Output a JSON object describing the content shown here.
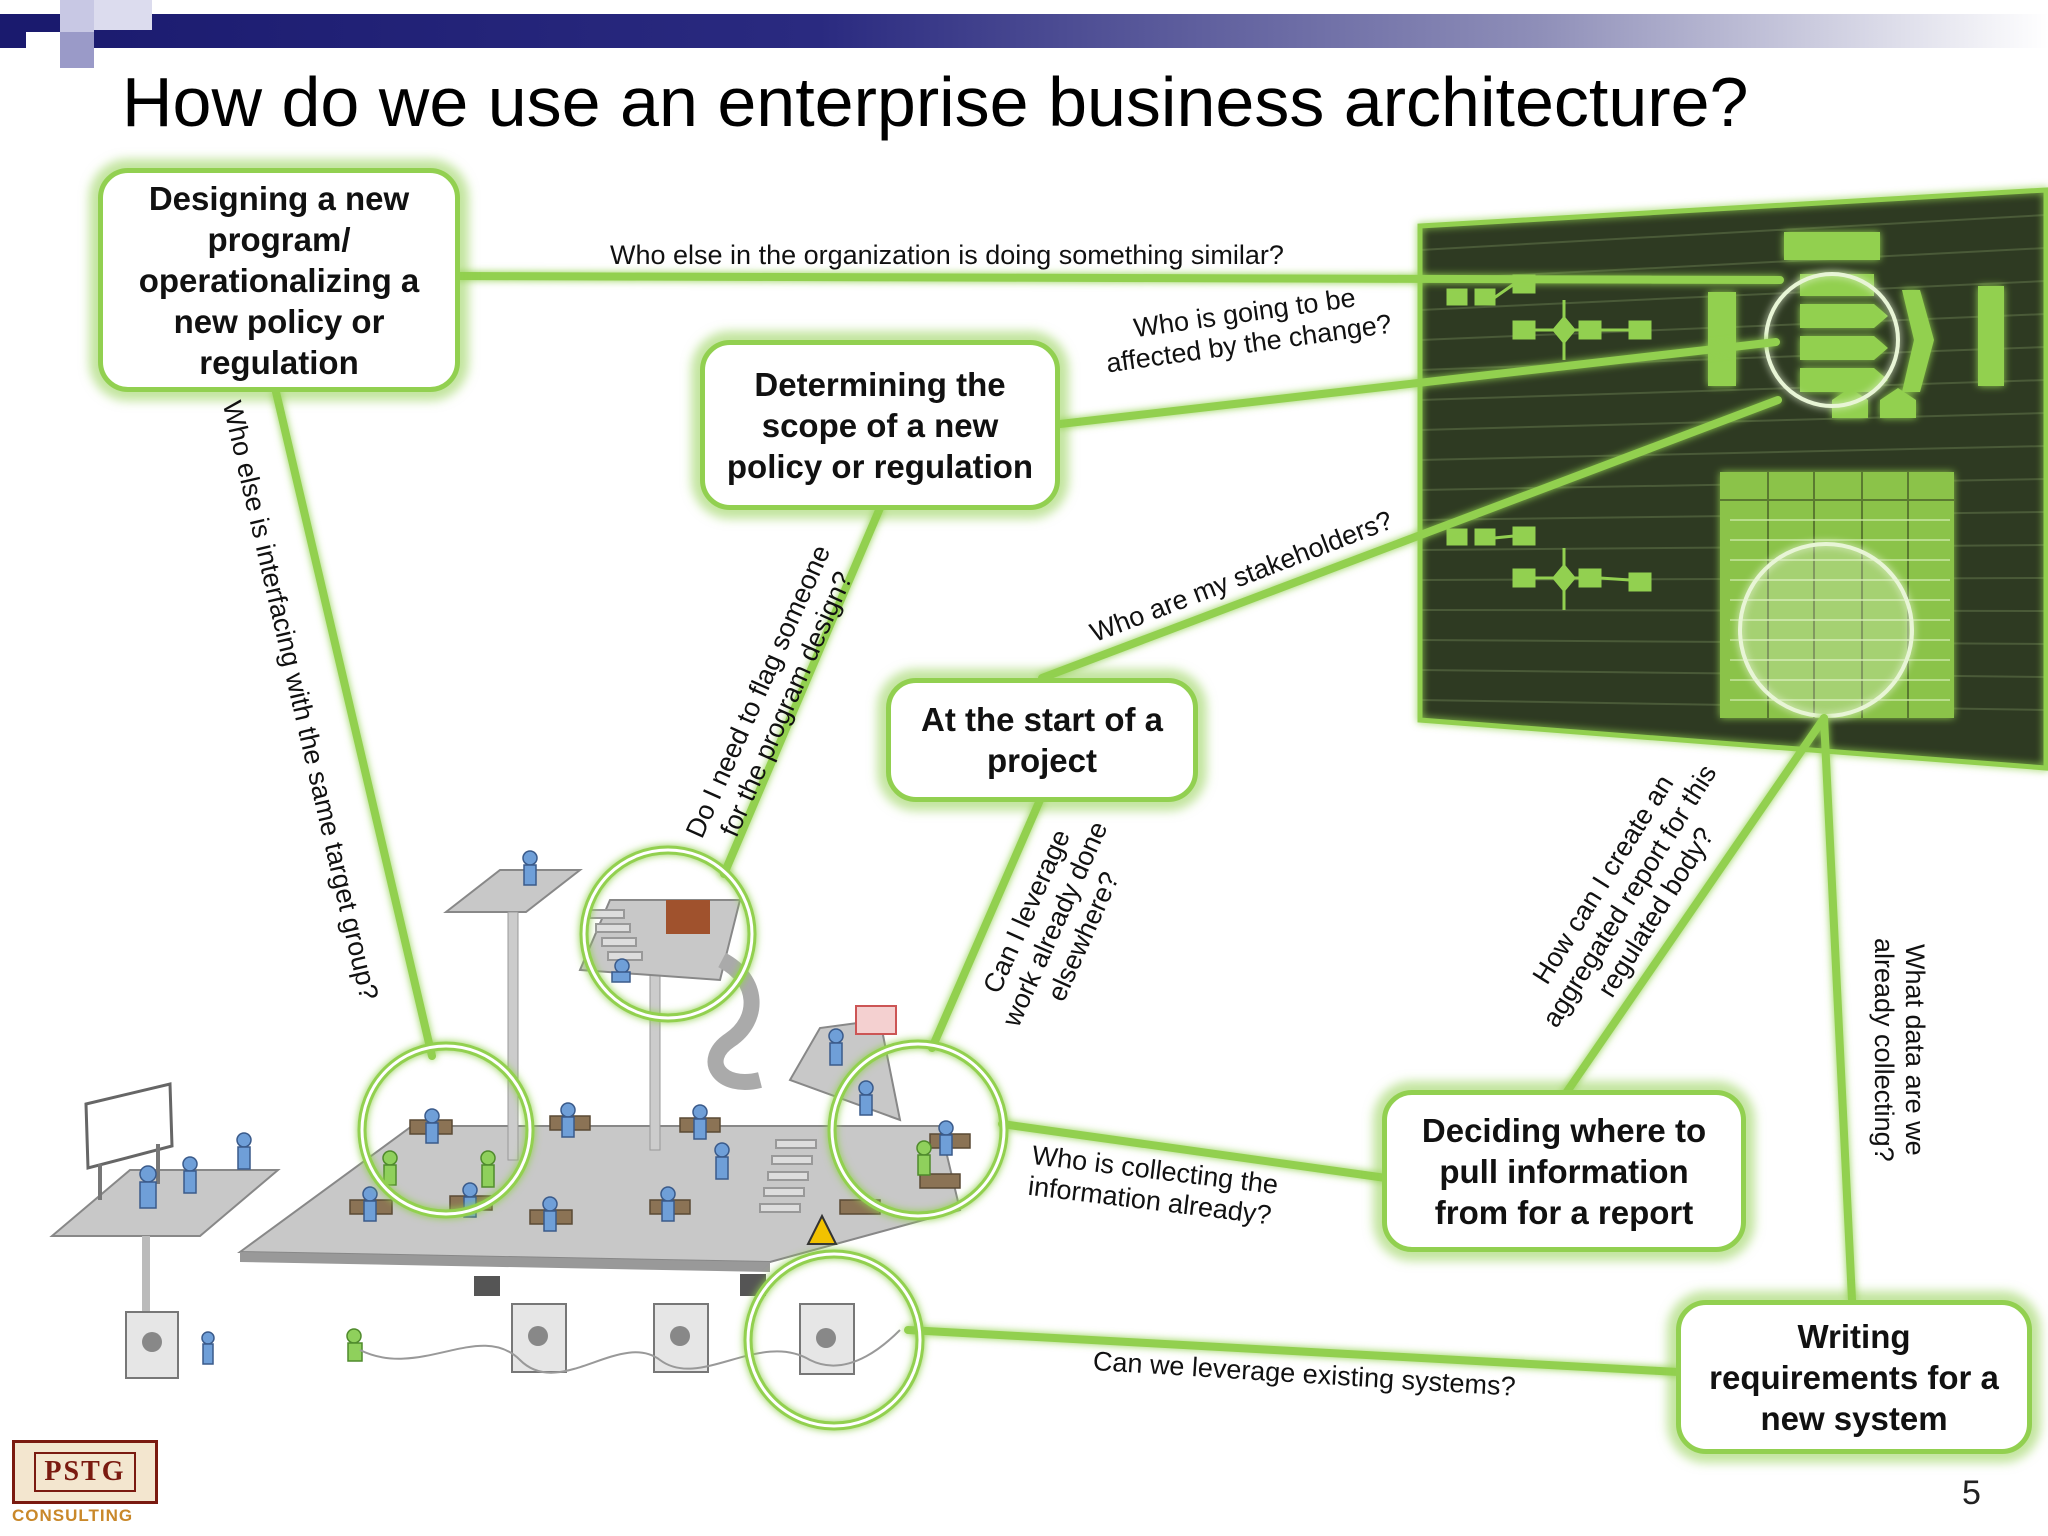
{
  "slide": {
    "title": "How do we use an enterprise business architecture?",
    "page_number": "5",
    "logo_text": "PSTG",
    "logo_subtext": "CONSULTING"
  },
  "boxes": {
    "designing": "Designing a new program/ operationalizing a new policy or regulation",
    "scope": "Determining the scope of a new policy or regulation",
    "project_start": "At the start of a project",
    "report": "Deciding where to pull information from for a report",
    "requirements": "Writing requirements for a new system"
  },
  "questions": {
    "similar": "Who else in the organization is doing something similar?",
    "affected_1": "Who is going to be",
    "affected_2": "affected by the change?",
    "stakeholders": "Who are my stakeholders?",
    "interfacing": "Who else is interfacing  with the same target group?",
    "flag_1": "Do I need to flag someone",
    "flag_2": "for the program design?",
    "leverage_1": "Can I leverage",
    "leverage_2": "work already done",
    "leverage_3": "elsewhere?",
    "aggregated_1": "How can I create an",
    "aggregated_2": "aggregated report for this",
    "aggregated_3": "regulated body?",
    "data_1": "What data are we",
    "data_2": "already collecting?",
    "collecting_1": "Who is collecting the",
    "collecting_2": "information already?",
    "systems": "Can we leverage existing systems?"
  },
  "colors": {
    "accent_green": "#92d050",
    "title_bar": "#1a1a6e",
    "architecture_board": "#2e3a22"
  }
}
